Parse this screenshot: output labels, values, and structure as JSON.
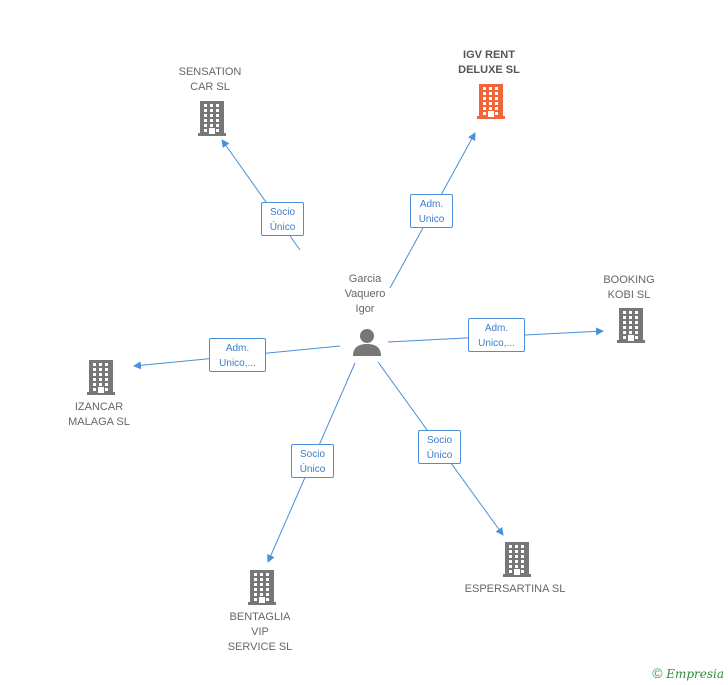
{
  "center": {
    "label": "Garcia\nVaquero\nIgor"
  },
  "companies": [
    {
      "id": "sensation",
      "label": "SENSATION\nCAR SL",
      "highlight": false
    },
    {
      "id": "igv",
      "label": "IGV RENT\nDELUXE  SL",
      "highlight": true
    },
    {
      "id": "booking",
      "label": "BOOKING\nKOBI  SL",
      "highlight": false
    },
    {
      "id": "izancar",
      "label": "IZANCAR\nMALAGA  SL",
      "highlight": false
    },
    {
      "id": "bentaglia",
      "label": "BENTAGLIA\nVIP\nSERVICE  SL",
      "highlight": false
    },
    {
      "id": "espersartina",
      "label": "ESPERSARTINA SL",
      "highlight": false
    }
  ],
  "edges": [
    {
      "target": "sensation",
      "label": "Socio\nÚnico"
    },
    {
      "target": "igv",
      "label": "Adm.\nUnico"
    },
    {
      "target": "booking",
      "label": "Adm.\nUnico,..."
    },
    {
      "target": "izancar",
      "label": "Adm.\nUnico,..."
    },
    {
      "target": "bentaglia",
      "label": "Socio\nÚnico"
    },
    {
      "target": "espersartina",
      "label": "Socio\nÚnico"
    }
  ],
  "colors": {
    "edge": "#4a8fd8",
    "building": "#777777",
    "building_highlight": "#f0663a",
    "person": "#777777"
  },
  "footer": {
    "copyright_symbol": "©",
    "brand": "Empresia"
  }
}
